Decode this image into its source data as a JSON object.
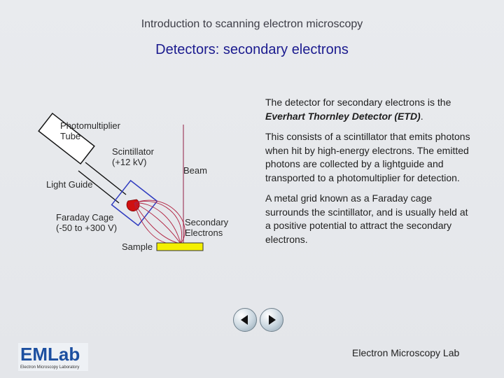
{
  "header": {
    "course_title": "Introduction to scanning electron microscopy"
  },
  "slide": {
    "title": "Detectors: secondary electrons"
  },
  "figure": {
    "labels": {
      "photomultiplier": "Photomultiplier\nTube",
      "scintillator": "Scintillator\n(+12 kV)",
      "beam": "Beam",
      "light_guide": "Light Guide",
      "faraday_cage": "Faraday Cage\n(-50 to +300 V)",
      "secondary_electrons": "Secondary\nElectrons",
      "sample": "Sample"
    },
    "colors": {
      "scintillator": "#d01010",
      "sample": "#f4f000",
      "electron_paths": "#b02040",
      "beam": "#a04060",
      "cage": "#2f3bc0"
    }
  },
  "text": {
    "p1_prefix": "The detector for secondary electrons is the ",
    "p1_emphasis": "Everhart Thornley Detector (ETD)",
    "p1_suffix": ".",
    "p2": "This consists of a scintillator that emits photons when hit by high-energy electrons. The emitted photons are collected by a lightguide and transported to a photomultiplier for detection.",
    "p3": "A metal grid known as a Faraday cage surrounds the scintillator, and is usually held at a positive potential to attract the secondary electrons."
  },
  "navigation": {
    "previous_icon": "left-arrow-icon",
    "next_icon": "right-arrow-icon"
  },
  "logo": {
    "text": "EMLab",
    "subtitle": "Electron Microscopy Laboratory"
  },
  "footer": {
    "lab_name": "Electron Microscopy Lab"
  }
}
